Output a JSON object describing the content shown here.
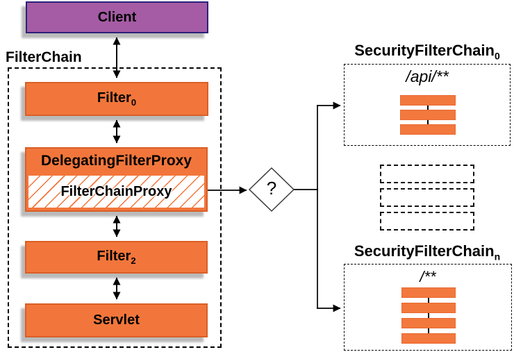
{
  "colors": {
    "box_orange": "#f2763b",
    "box_orange_border": "#d95f25",
    "bar_orange": "#f2783e",
    "client_purple": "#a55ca5",
    "client_purple_border": "#2b2178",
    "shadow_gray": "#b5b5b5",
    "line_black": "#000000"
  },
  "client": {
    "label": "Client"
  },
  "filterChain": {
    "title": "FilterChain",
    "filter0": {
      "base": "Filter",
      "sub": "0"
    },
    "delegatingFilterProxy": {
      "label": "DelegatingFilterProxy"
    },
    "filterChainProxy": {
      "label": "FilterChainProxy"
    },
    "filter2": {
      "base": "Filter",
      "sub": "2"
    },
    "servlet": {
      "label": "Servlet"
    }
  },
  "decision": {
    "label": "?"
  },
  "securityFilterChain0": {
    "titleBase": "SecurityFilterChain",
    "titleSub": "0",
    "pattern": "/api/**",
    "filterCount": 3
  },
  "placeholders": {
    "count": 3
  },
  "securityFilterChainN": {
    "titleBase": "SecurityFilterChain",
    "titleSub": "n",
    "pattern": "/**",
    "filterCount": 4
  }
}
